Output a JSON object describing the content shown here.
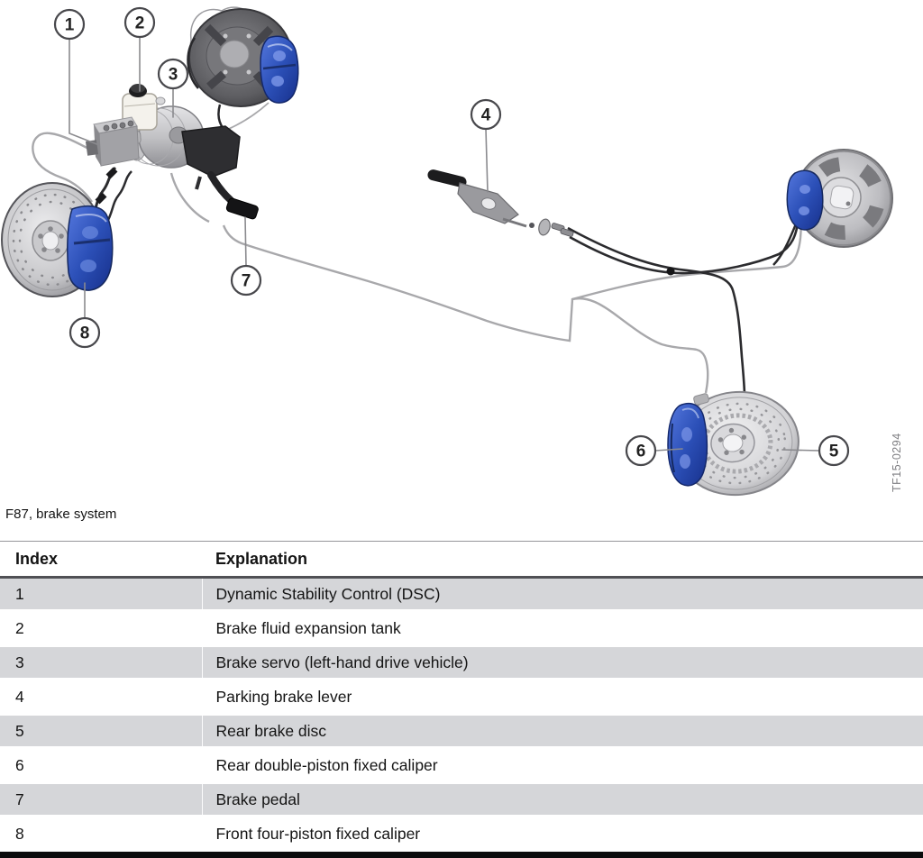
{
  "diagram": {
    "caption": "F87, brake system",
    "figure_code": "TF15-0294",
    "callouts": [
      {
        "label": "1"
      },
      {
        "label": "2"
      },
      {
        "label": "3"
      },
      {
        "label": "4"
      },
      {
        "label": "5"
      },
      {
        "label": "6"
      },
      {
        "label": "7"
      },
      {
        "label": "8"
      }
    ],
    "colors": {
      "caliper_blue": "#2c50b8",
      "line_gray": "#a8a8ab",
      "cable_black": "#2b2b2e"
    }
  },
  "table": {
    "headers": {
      "index": "Index",
      "explanation": "Explanation"
    },
    "row_alt_color": "#d5d6d9",
    "rows": [
      {
        "index": "1",
        "explanation": "Dynamic Stability Control (DSC)"
      },
      {
        "index": "2",
        "explanation": "Brake fluid expansion tank"
      },
      {
        "index": "3",
        "explanation": "Brake servo (left-hand drive vehicle)"
      },
      {
        "index": "4",
        "explanation": "Parking brake lever"
      },
      {
        "index": "5",
        "explanation": "Rear brake disc"
      },
      {
        "index": "6",
        "explanation": "Rear double-piston fixed caliper"
      },
      {
        "index": "7",
        "explanation": "Brake pedal"
      },
      {
        "index": "8",
        "explanation": "Front four-piston fixed caliper"
      }
    ]
  }
}
